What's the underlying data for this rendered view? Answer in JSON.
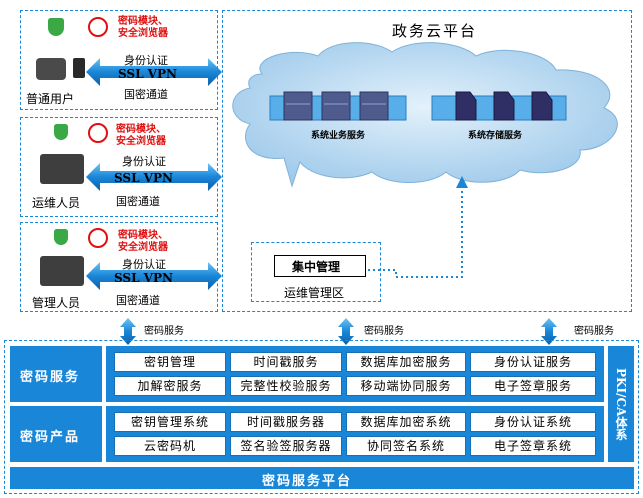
{
  "cloud": {
    "title": "政务云平台",
    "business_service": "系统业务服务",
    "storage_service": "系统存储服务",
    "centralized_management": "集中管理",
    "ops_zone": "运维管理区"
  },
  "users": [
    {
      "name": "普通用户",
      "crypto_line1": "密码模块、",
      "crypto_line2": "安全浏览器",
      "auth": "身份认证",
      "vpn": "SSL  VPN",
      "channel": "国密通道"
    },
    {
      "name": "运维人员",
      "crypto_line1": "密码模块、",
      "crypto_line2": "安全浏览器",
      "auth": "身份认证",
      "vpn": "SSL  VPN",
      "channel": "国密通道"
    },
    {
      "name": "管理人员",
      "crypto_line1": "密码模块、",
      "crypto_line2": "安全浏览器",
      "auth": "身份认证",
      "vpn": "SSL  VPN",
      "channel": "国密通道"
    }
  ],
  "crypto_service_links": [
    "密码服务",
    "密码服务",
    "密码服务"
  ],
  "platform": {
    "service_row_label": "密码服务",
    "product_row_label": "密码产品",
    "side_label": "PKI/CA体系",
    "bottom_label": "密码服务平台",
    "services": [
      [
        "密钥管理",
        "时间戳服务",
        "数据库加密服务",
        "身份认证服务"
      ],
      [
        "加解密服务",
        "完整性校验服务",
        "移动端协同服务",
        "电子签章服务"
      ]
    ],
    "products": [
      [
        "密钥管理系统",
        "时间戳服务器",
        "数据库加密系统",
        "身份认证系统"
      ],
      [
        "云密码机",
        "签名验签服务器",
        "协同签名系统",
        "电子签章系统"
      ]
    ]
  },
  "colors": {
    "accent": "#1a86d8",
    "cloud": "#b8d9f2",
    "alert": "#e01010"
  }
}
